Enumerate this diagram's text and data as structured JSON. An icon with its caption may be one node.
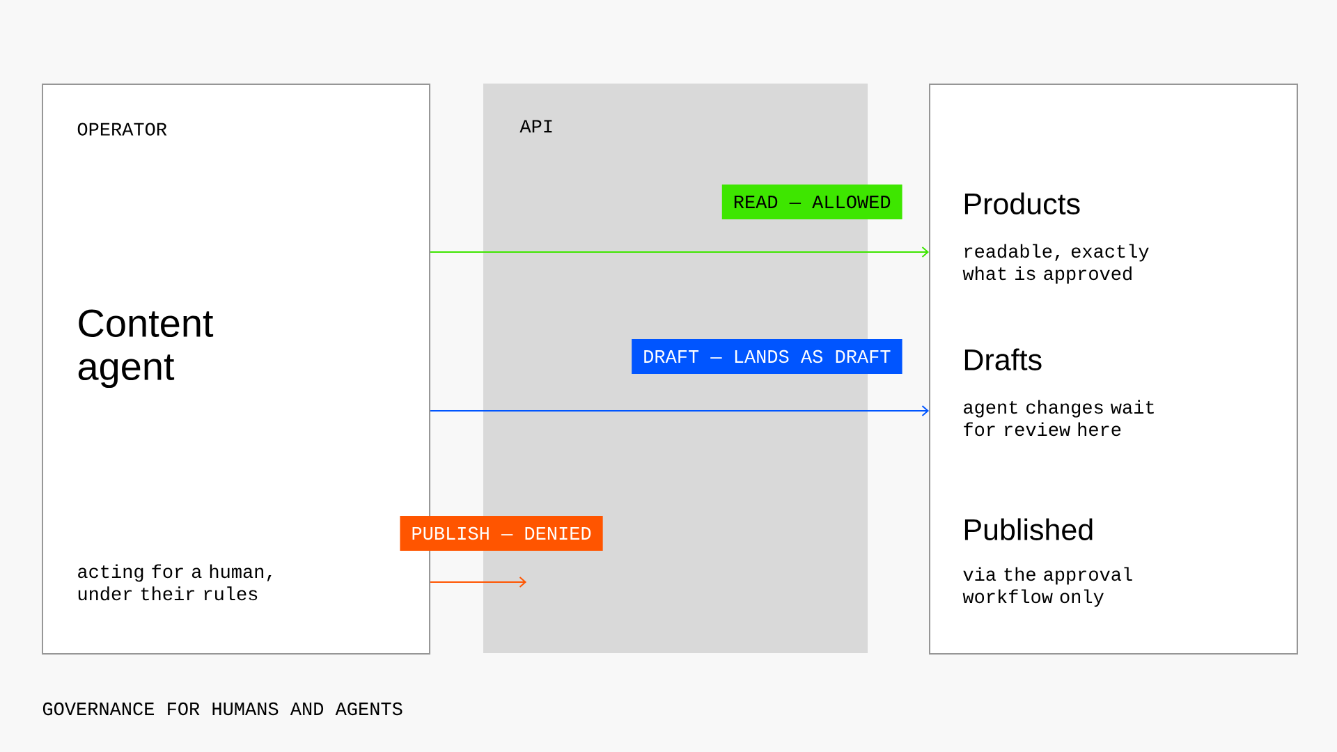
{
  "diagram": {
    "caption": "GOVERNANCE FOR HUMANS AND AGENTS",
    "nodes": [
      {
        "text": [
          "OPERATOR",
          "Content agent",
          "acting for a human, under their rules"
        ]
      },
      {
        "text": [
          "Products",
          "readable, exactly what is approved",
          "Drafts",
          "agent changes wait for review here",
          "Published",
          "via the approval workflow only"
        ]
      }
    ],
    "edges": [
      {
        "from": 0,
        "to": 1,
        "arrow": "to",
        "label": "READ — ALLOWED",
        "color": "#3ee600"
      },
      {
        "from": 0,
        "to": 1,
        "arrow": "to",
        "label": "DRAFT — LANDS AS DRAFT",
        "color": "#0055ff"
      },
      {
        "from": 0,
        "to": null,
        "arrow": "to",
        "label": "PUBLISH — DENIED",
        "color": "#ff5500"
      }
    ],
    "labels": [
      "API"
    ]
  }
}
